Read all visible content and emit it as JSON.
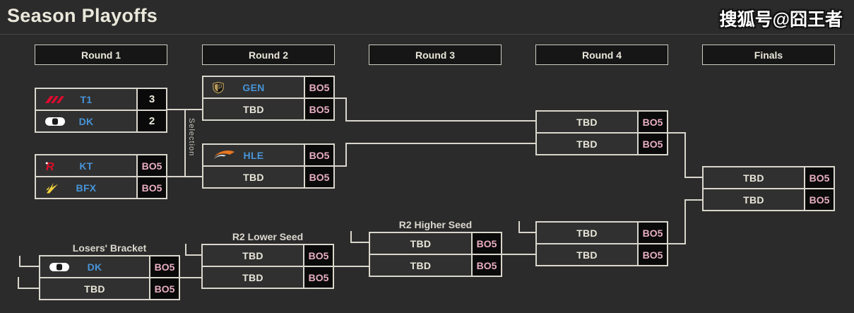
{
  "title": "Season Playoffs",
  "watermark": "搜狐号@囧王者",
  "rounds": [
    "Round 1",
    "Round 2",
    "Round 3",
    "Round 4",
    "Finals"
  ],
  "selection_label": "Selection",
  "colors": {
    "background": "#2b2b2b",
    "line": "#d9d6cc",
    "team_name_blue": "#4794d8",
    "bo5_pink": "#e8aec2",
    "score_cell_bg": "#0a0a0a",
    "t1_red": "#e10a2e",
    "kt_red": "#e00d28",
    "bfx_yellow": "#f2d23c",
    "gen_gold": "#b79a5c",
    "hle_orange": "#e87722"
  },
  "icons": {
    "t1": "t1-logo",
    "dk": "dk-logo",
    "kt": "kt-logo",
    "bfx": "bfx-logo",
    "gen": "gen-logo",
    "hle": "hle-logo"
  },
  "matches": {
    "r1_upper": {
      "teams": [
        {
          "name": "T1",
          "score": "3"
        },
        {
          "name": "DK",
          "score": "2"
        }
      ]
    },
    "r1_lower": {
      "teams": [
        {
          "name": "KT",
          "score": "BO5"
        },
        {
          "name": "BFX",
          "score": "BO5"
        }
      ]
    },
    "r2_gen": {
      "teams": [
        {
          "name": "GEN",
          "score": "BO5"
        },
        {
          "name": "TBD",
          "score": "BO5"
        }
      ]
    },
    "r2_hle": {
      "teams": [
        {
          "name": "HLE",
          "score": "BO5"
        },
        {
          "name": "TBD",
          "score": "BO5"
        }
      ]
    },
    "losers": {
      "label": "Losers' Bracket",
      "teams": [
        {
          "name": "DK",
          "score": "BO5"
        },
        {
          "name": "TBD",
          "score": "BO5"
        }
      ]
    },
    "r2_lower_seed": {
      "label": "R2 Lower Seed",
      "teams": [
        {
          "name": "TBD",
          "score": "BO5"
        },
        {
          "name": "TBD",
          "score": "BO5"
        }
      ]
    },
    "r2_higher_seed": {
      "label": "R2 Higher Seed",
      "teams": [
        {
          "name": "TBD",
          "score": "BO5"
        },
        {
          "name": "TBD",
          "score": "BO5"
        }
      ]
    },
    "r4_upper": {
      "teams": [
        {
          "name": "TBD",
          "score": "BO5"
        },
        {
          "name": "TBD",
          "score": "BO5"
        }
      ]
    },
    "r4_lower": {
      "teams": [
        {
          "name": "TBD",
          "score": "BO5"
        },
        {
          "name": "TBD",
          "score": "BO5"
        }
      ]
    },
    "finals": {
      "teams": [
        {
          "name": "TBD",
          "score": "BO5"
        },
        {
          "name": "TBD",
          "score": "BO5"
        }
      ]
    }
  }
}
